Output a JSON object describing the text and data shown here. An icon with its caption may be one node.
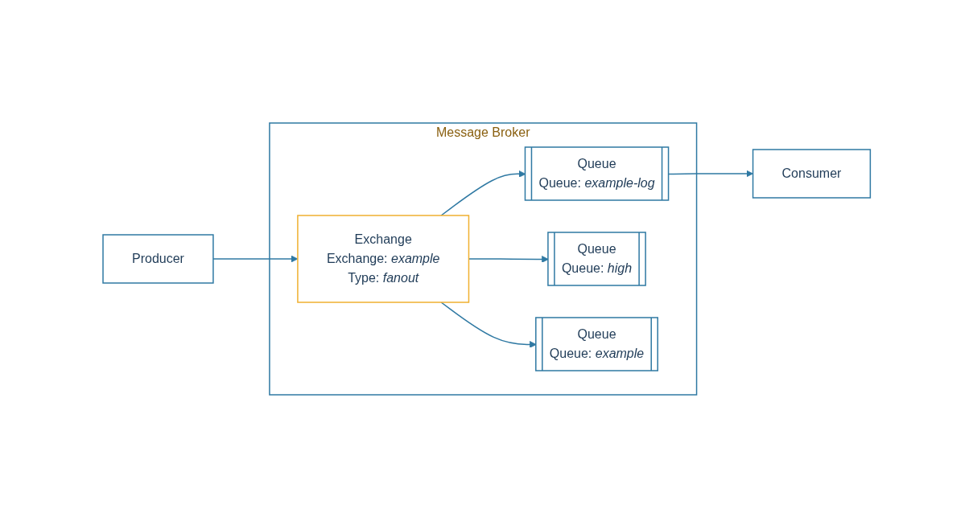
{
  "diagram": {
    "nodes": [
      {
        "text": [
          "Producer"
        ]
      },
      {
        "text": [
          "Message Broker"
        ]
      },
      {
        "text": [
          "Exchange",
          "Exchange: *example*",
          "Type: *fanout*"
        ],
        "in": 1
      },
      {
        "text": [
          "Queue",
          "Queue: *example-log*"
        ],
        "in": 1
      },
      {
        "text": [
          "Queue",
          "Queue: *high*"
        ],
        "in": 1
      },
      {
        "text": [
          "Queue",
          "Queue: *example*"
        ],
        "in": 1
      },
      {
        "text": [
          "Consumer"
        ]
      }
    ],
    "edges": [
      {
        "from": 0,
        "to": 2,
        "arrow": "to"
      },
      {
        "from": 2,
        "to": 3,
        "arrow": "to"
      },
      {
        "from": 2,
        "to": 4,
        "arrow": "to"
      },
      {
        "from": 2,
        "to": 5,
        "arrow": "to"
      },
      {
        "from": 3,
        "to": 6,
        "arrow": "to"
      }
    ]
  }
}
